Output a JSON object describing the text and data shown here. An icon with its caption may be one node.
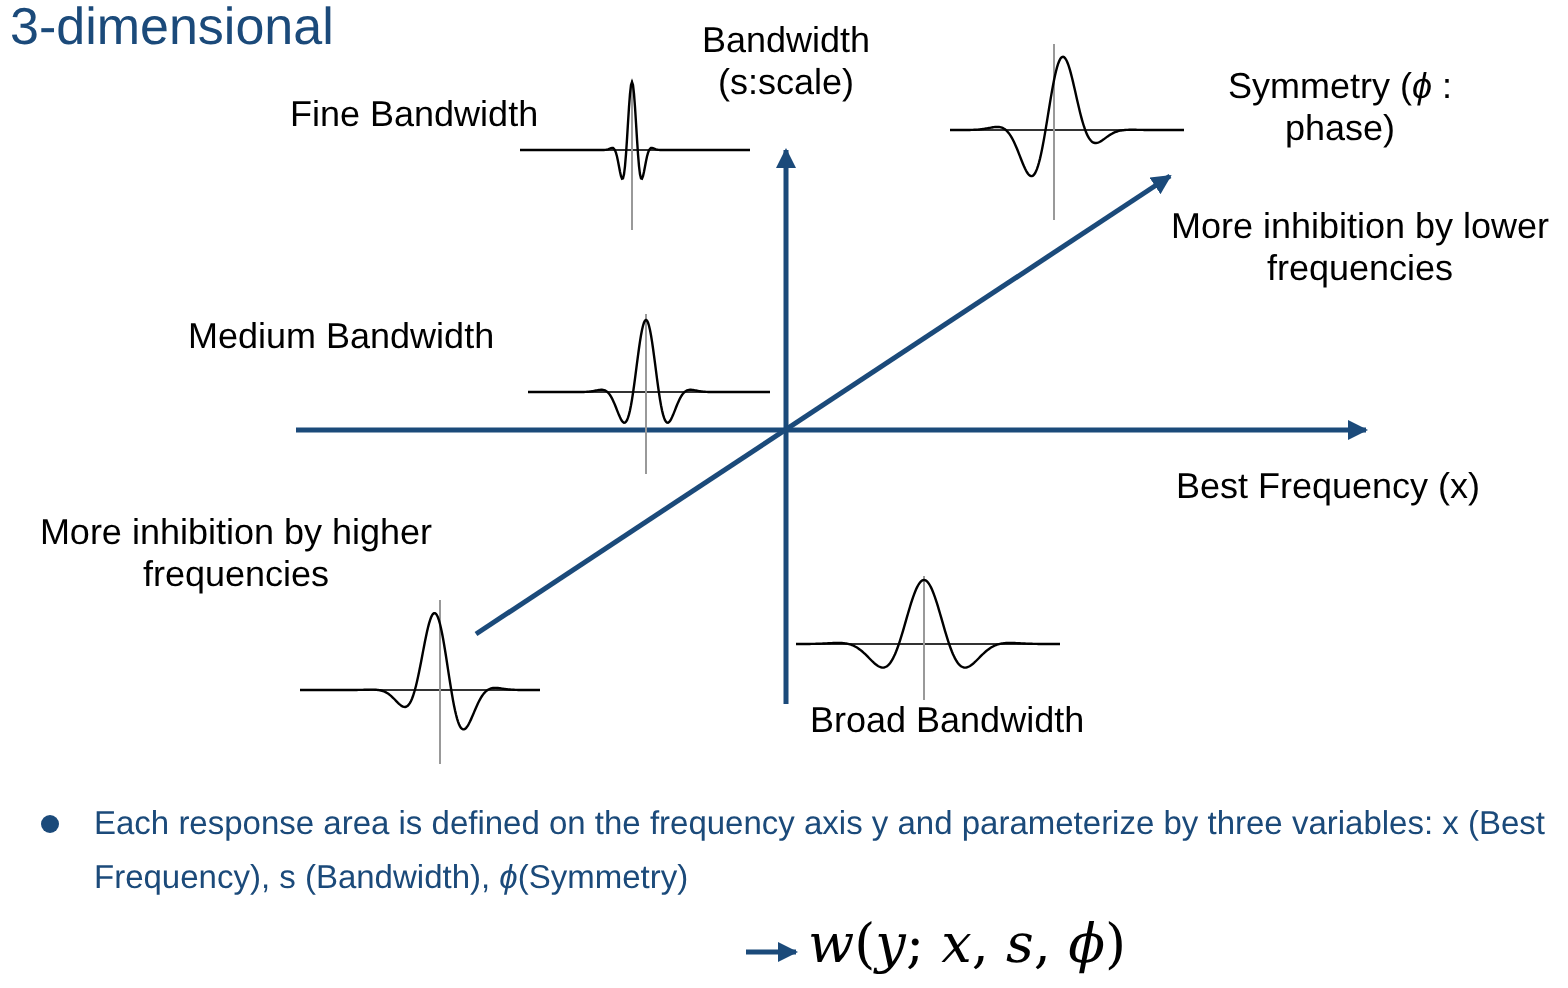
{
  "diagram": {
    "title": "3-dimensional",
    "labels": [
      "Bandwidth (s:scale)",
      "Fine Bandwidth",
      "Symmetry (*ϕ* : phase)",
      "More inhibition by lower frequencies",
      "Medium Bandwidth",
      "Best Frequency (x)",
      "More inhibition by higher frequencies",
      "Broad Bandwidth",
      "Each response area is defined on the frequency axis y and parameterize by three variables: x (Best Frequency), s (Bandwidth), *ϕ*(Symmetry)",
      "*w*(*y*; *x*, *s*, *ϕ*)"
    ]
  }
}
